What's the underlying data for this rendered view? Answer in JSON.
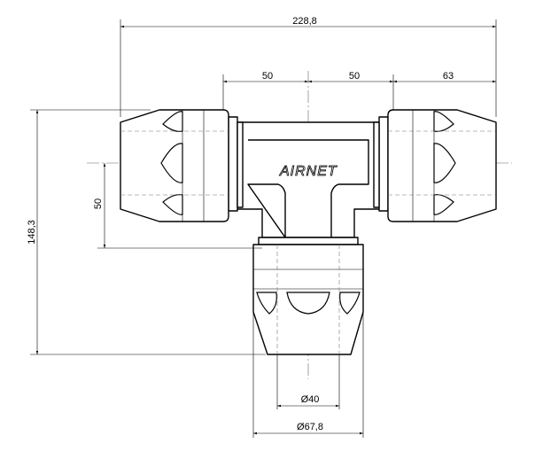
{
  "drawing": {
    "logo_text": "AIRNET",
    "dimensions": {
      "overall_width": "228,8",
      "left_to_center": "50",
      "center_to_right": "50",
      "right_end": "63",
      "overall_height": "148,3",
      "run_offset": "50",
      "inner_diameter": "Ø40",
      "outer_diameter": "Ø67,8"
    }
  }
}
